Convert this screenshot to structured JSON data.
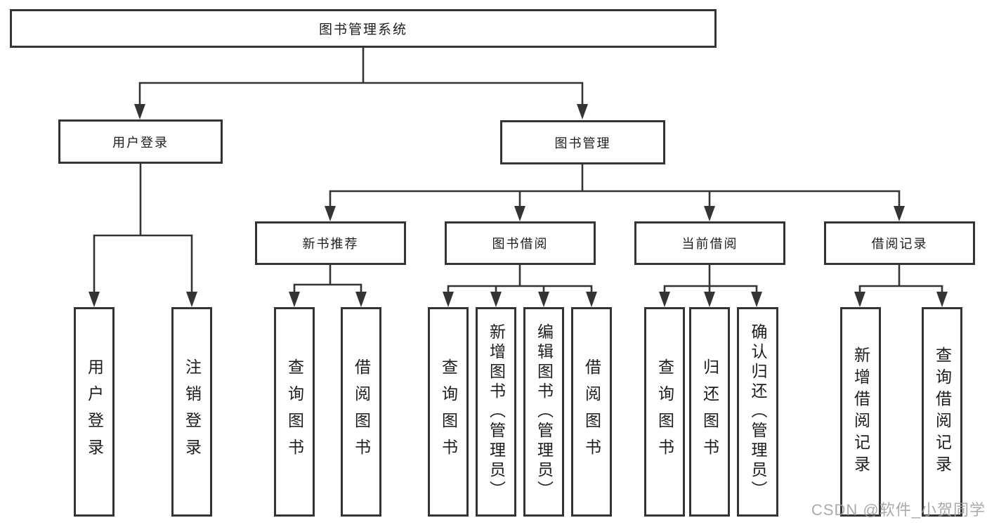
{
  "diagram": {
    "title": "图书管理系统",
    "level2": [
      "用户登录",
      "图书管理"
    ],
    "level3": [
      "新书推荐",
      "图书借阅",
      "当前借阅",
      "借阅记录"
    ],
    "user_login_children": [
      "用户登录",
      "注销登录"
    ],
    "new_book_children": [
      "查询图书",
      "借阅图书"
    ],
    "book_borrow_children": [
      "查询图书",
      "新增图书（管理员）",
      "编辑图书（管理员）",
      "借阅图书"
    ],
    "current_borrow_children": [
      "查询图书",
      "归还图书",
      "确认归还（管理员）"
    ],
    "borrow_record_children": [
      "新增借阅记录",
      "查询借阅记录"
    ],
    "colors": {
      "line": "#343434",
      "box_fill": "#ffffff",
      "text": "#1d1d1d",
      "watermark": "#9e9e9e"
    },
    "watermark": "CSDN @软件_小贺同学"
  }
}
